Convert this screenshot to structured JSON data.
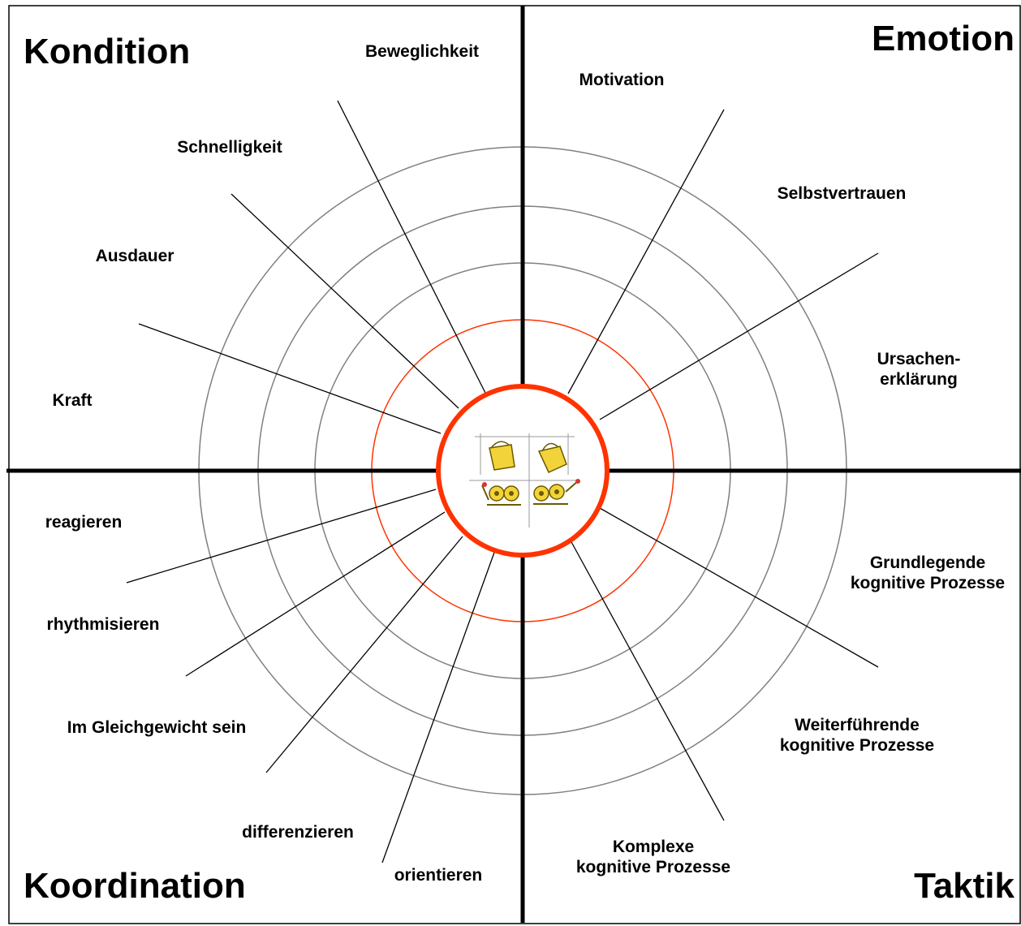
{
  "quadrants": {
    "top_left": "Kondition",
    "top_right": "Emotion",
    "bottom_left": "Koordination",
    "bottom_right": "Taktik"
  },
  "spokes": {
    "kondition": [
      "Beweglichkeit",
      "Schnelligkeit",
      "Ausdauer",
      "Kraft"
    ],
    "emotion": [
      "Motivation",
      "Selbstvertrauen",
      "Ursachen-\nerklärung"
    ],
    "taktik": [
      "Grundlegende\nkognitive Prozesse",
      "Weiterführende\nkognitive Prozesse",
      "Komplexe\nkognitive Prozesse"
    ],
    "koordination": [
      "reagieren",
      "rhythmisieren",
      "Im Gleichgewicht sein",
      "differenzieren",
      "orientieren"
    ]
  },
  "colors": {
    "axis": "#000000",
    "spoke": "#000000",
    "ring": "#808080",
    "accent_ring": "#ff3300",
    "center_ring": "#ff3300",
    "icon_fill": "#f2d43a"
  },
  "center_icon": "machine-icons"
}
